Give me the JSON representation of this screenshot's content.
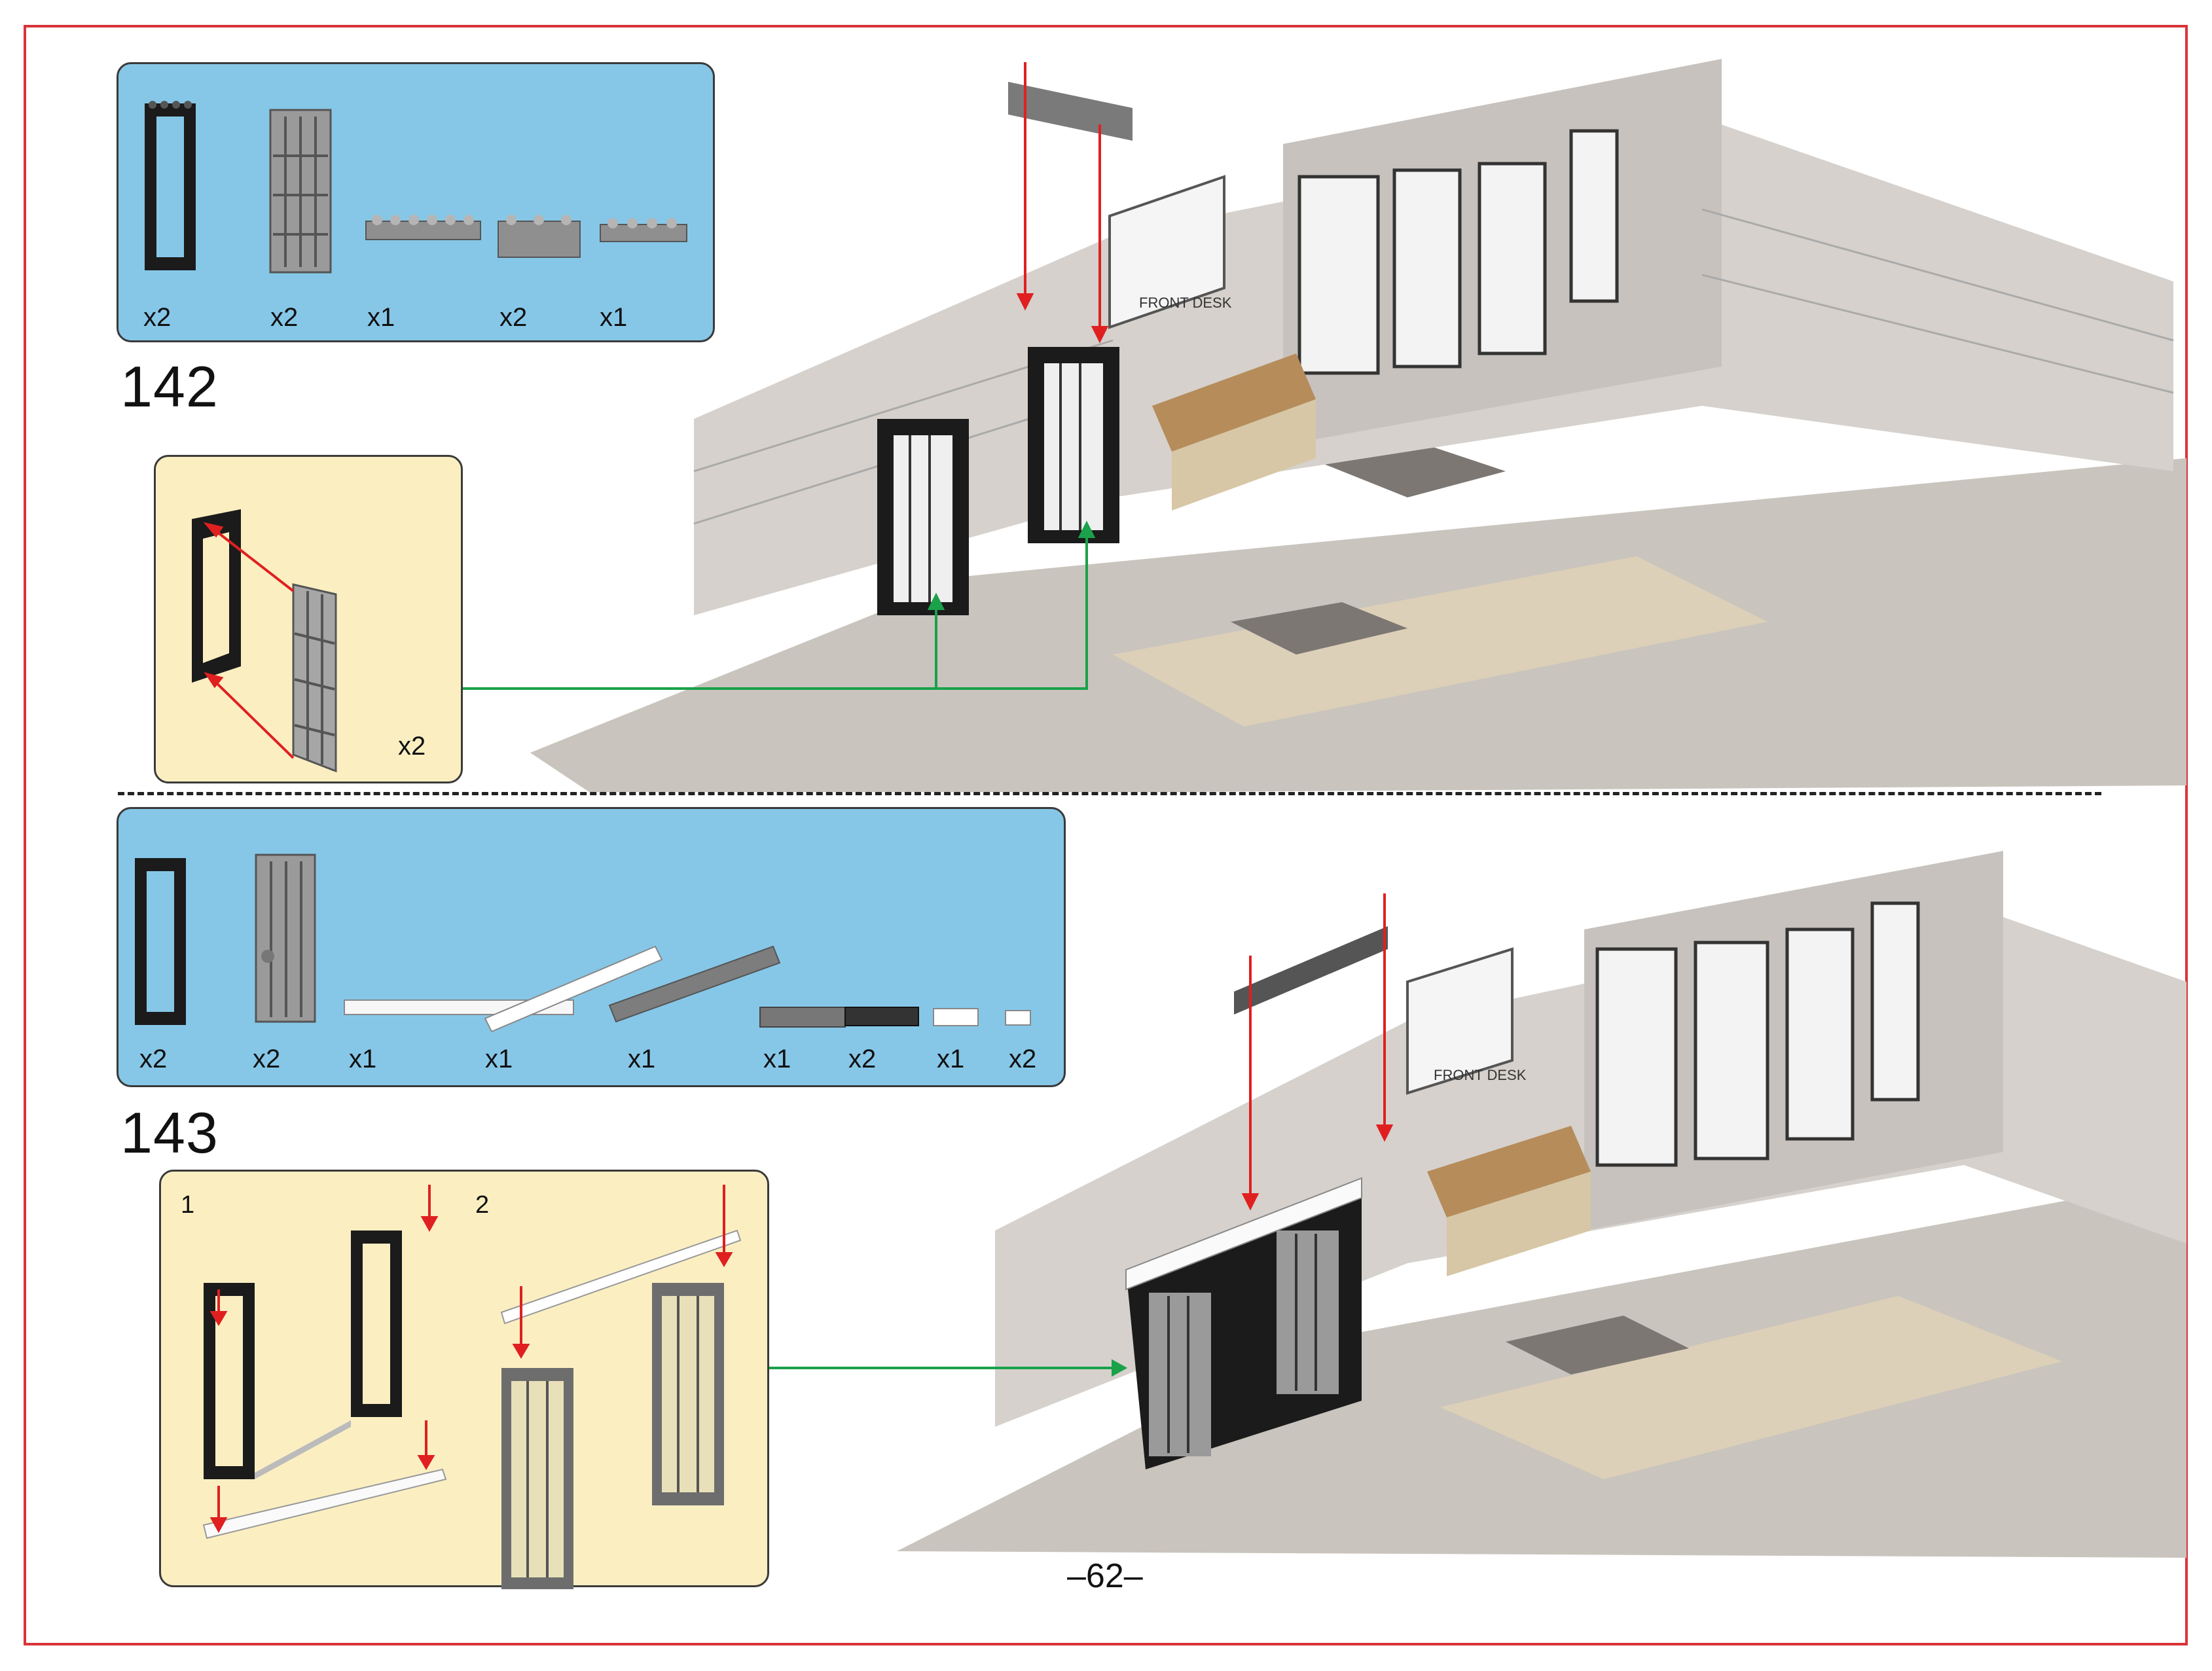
{
  "page": {
    "number": "–62–"
  },
  "steps": [
    {
      "number": "142",
      "parts_quantities": [
        "x2",
        "x2",
        "x1",
        "x2",
        "x1"
      ],
      "subassembly_quantity": "x2"
    },
    {
      "number": "143",
      "parts_quantities": [
        "x2",
        "x2",
        "x1",
        "x1",
        "x1",
        "x1",
        "x2",
        "x1",
        "x2"
      ],
      "substeps": [
        "1",
        "2"
      ],
      "scene_label": "FRONT DESK"
    }
  ],
  "step142_scene_label": "FRONT DESK",
  "colors": {
    "border": "#d9343a",
    "parts_box": "#86c7e8",
    "subassembly_box": "#fbefc2",
    "arrow_red": "#e02020",
    "arrow_green": "#1aa14a"
  }
}
